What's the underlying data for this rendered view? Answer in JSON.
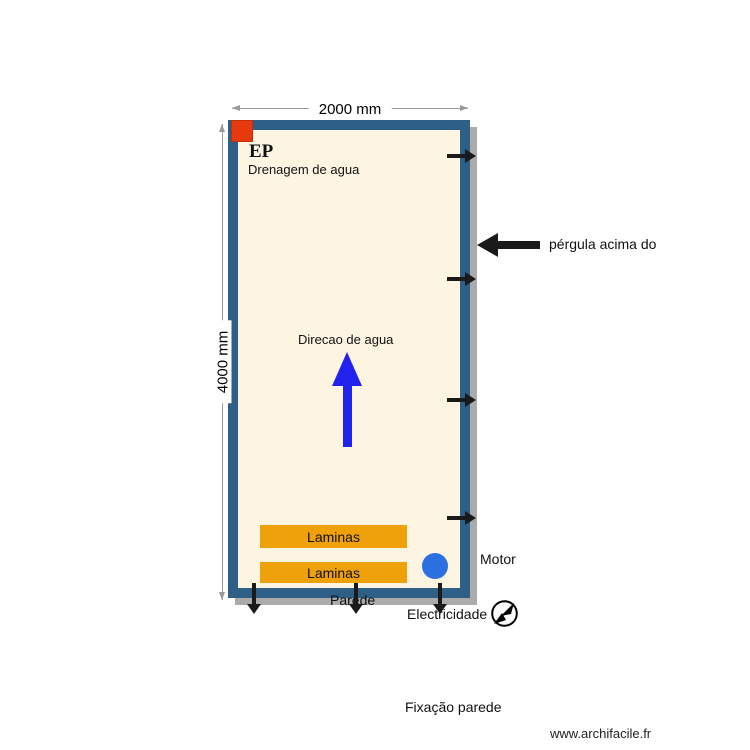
{
  "plan": {
    "dimensions": {
      "width_label": "2000 mm",
      "height_label": "4000 mm"
    },
    "labels": {
      "ep": "EP",
      "drainage": "Drenagem de agua",
      "water_direction": "Direcao de agua",
      "pergola_note": "pérgula acima do",
      "motor": "Motor",
      "wall": "Parede",
      "electricity": "Electricidade",
      "wall_fixation": "Fixação parede"
    },
    "laminas": [
      {
        "label": "Laminas"
      },
      {
        "label": "Laminas"
      }
    ],
    "icons": {
      "north_compass": "north-compass-icon",
      "water_flow": "up-arrow",
      "pergola_pointer": "left-arrow",
      "right_wall_exits": "right-arrow-x4",
      "bottom_wall_exits": "down-arrow-x3"
    },
    "colors": {
      "wall": "#2e5f86",
      "interior": "#fdf5e2",
      "shadow": "#ababab",
      "lamina": "#efa10a",
      "motor": "#2b6fe0",
      "flow_arrow": "#2222ee",
      "marker_red": "#e8380e",
      "dimension_line": "#999999"
    }
  },
  "footer": {
    "watermark": "www.archifacile.fr"
  }
}
